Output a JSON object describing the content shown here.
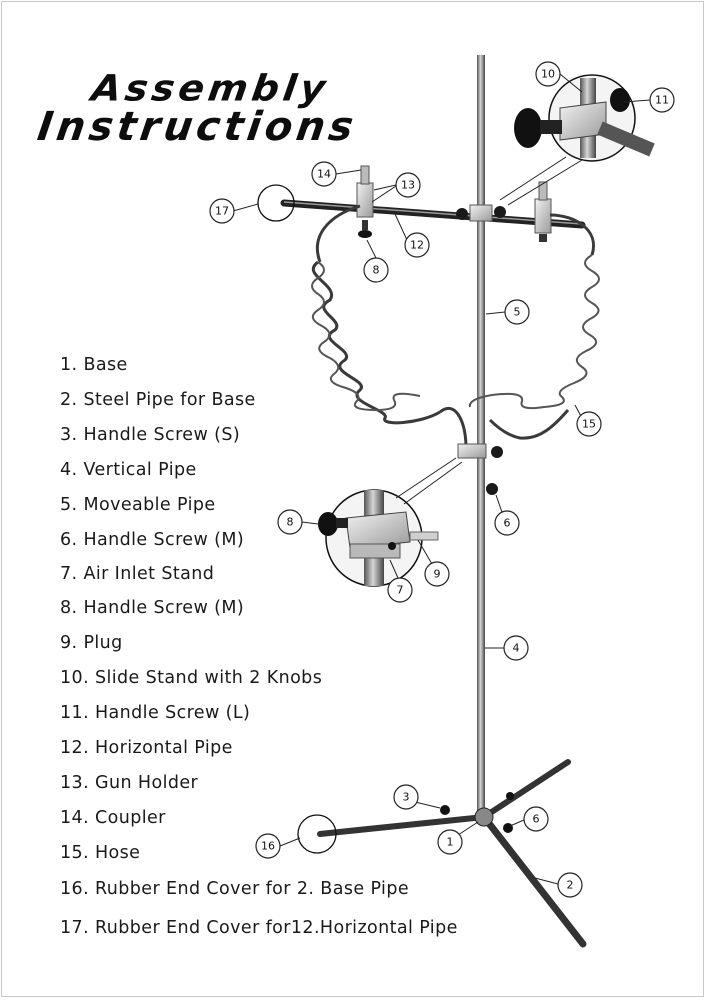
{
  "title": {
    "line1": "Assembly",
    "line2": "Instructions"
  },
  "parts": [
    "1. Base",
    "2. Steel Pipe for Base",
    "3. Handle Screw (S)",
    "4. Vertical  Pipe",
    "5. Moveable Pipe",
    "6. Handle Screw (M)",
    "7. Air Inlet Stand",
    "8. Handle Screw (M)",
    "9. Plug",
    "10. Slide Stand with 2 Knobs",
    "11. Handle Screw  (L)",
    "12. Horizontal Pipe",
    "13. Gun Holder",
    "14. Coupler",
    "15. Hose",
    "16. Rubber End Cover for 2. Base Pipe",
    "17. Rubber End Cover for12.Horizontal Pipe"
  ],
  "callouts": [
    "10",
    "11",
    "14",
    "13",
    "17",
    "12",
    "8",
    "5",
    "15",
    "6",
    "8",
    "9",
    "7",
    "4",
    "3",
    "6",
    "16",
    "1",
    "2"
  ]
}
